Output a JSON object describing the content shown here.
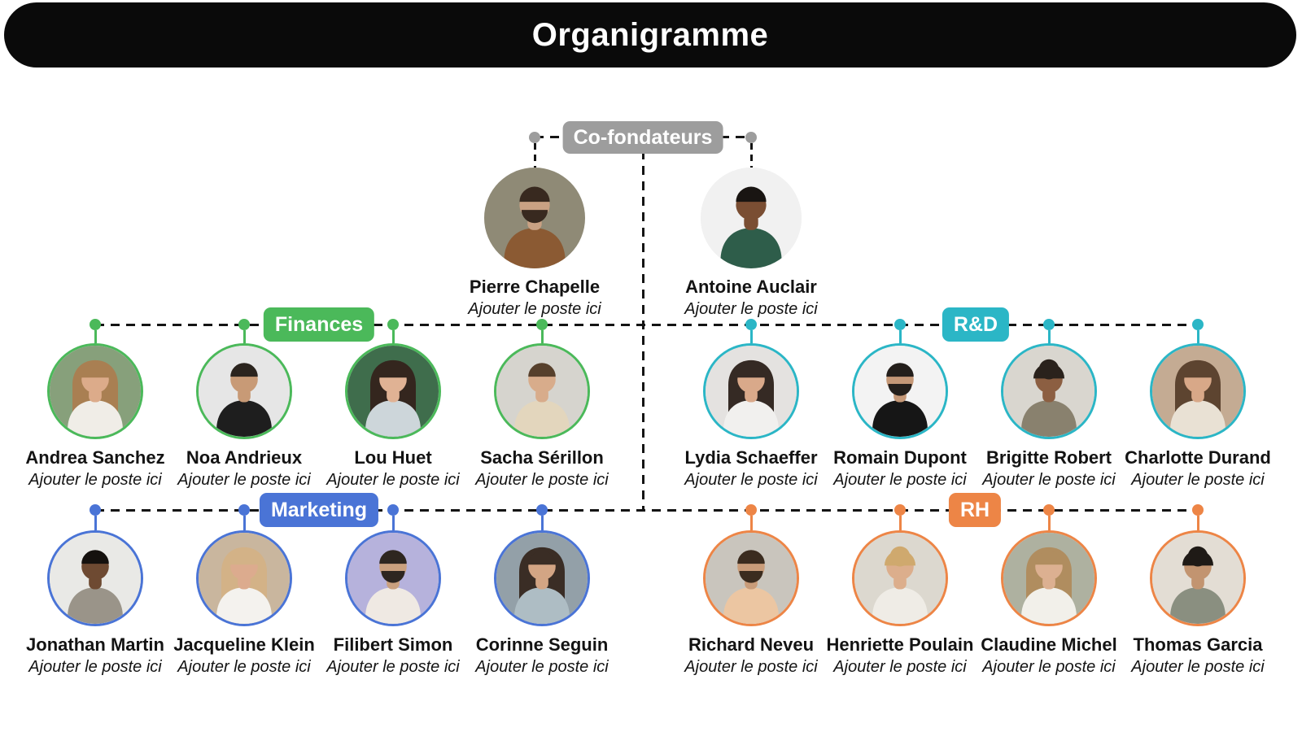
{
  "title": "Organigramme",
  "line_color": "#141414",
  "root": {
    "label": "Co-fondateurs",
    "color": "#9d9d9d",
    "members": [
      {
        "name": "Pierre Chapelle",
        "role": "Ajouter le poste ici",
        "avatar": {
          "bg": "#8f8a76",
          "hair": "short",
          "hairColor": "#38291f",
          "skin": "#c9a183",
          "top": "#8b5a33",
          "beard": true
        }
      },
      {
        "name": "Antoine Auclair",
        "role": "Ajouter le poste ici",
        "avatar": {
          "bg": "#f1f1f1",
          "hair": "short",
          "hairColor": "#191512",
          "skin": "#7a4e33",
          "top": "#2e5d4a",
          "beard": false
        }
      }
    ]
  },
  "departments": [
    {
      "label": "Finances",
      "color": "#4bb95a",
      "members": [
        {
          "name": "Andrea Sanchez",
          "role": "Ajouter le poste ici",
          "avatar": {
            "bg": "#87a07b",
            "hair": "long",
            "hairColor": "#a97f52",
            "skin": "#dcab8a",
            "top": "#f0ede7",
            "beard": false
          }
        },
        {
          "name": "Noa Andrieux",
          "role": "Ajouter le poste ici",
          "avatar": {
            "bg": "#e6e6e6",
            "hair": "short",
            "hairColor": "#2b241e",
            "skin": "#c89a76",
            "top": "#1e1e1e",
            "beard": false
          }
        },
        {
          "name": "Lou Huet",
          "role": "Ajouter le poste ici",
          "avatar": {
            "bg": "#3f6d4c",
            "hair": "long",
            "hairColor": "#34261e",
            "skin": "#e0b294",
            "top": "#cdd6da",
            "beard": false
          }
        },
        {
          "name": "Sacha Sérillon",
          "role": "Ajouter le poste ici",
          "avatar": {
            "bg": "#d6d4ce",
            "hair": "short",
            "hairColor": "#57402c",
            "skin": "#d8ac8b",
            "top": "#e3d6bd",
            "beard": false
          }
        }
      ]
    },
    {
      "label": "R&D",
      "color": "#2bb6c6",
      "members": [
        {
          "name": "Lydia Schaeffer",
          "role": "Ajouter le poste ici",
          "avatar": {
            "bg": "#e4e2e0",
            "hair": "long",
            "hairColor": "#352a24",
            "skin": "#d9a98a",
            "top": "#f1f0ee",
            "beard": false
          }
        },
        {
          "name": "Romain Dupont",
          "role": "Ajouter le poste ici",
          "avatar": {
            "bg": "#f3f3f3",
            "hair": "short",
            "hairColor": "#241f1b",
            "skin": "#c59877",
            "top": "#161616",
            "beard": true
          }
        },
        {
          "name": "Brigitte Robert",
          "role": "Ajouter le poste ici",
          "avatar": {
            "bg": "#d9d6cf",
            "hair": "curly",
            "hairColor": "#2a221c",
            "skin": "#8c5f42",
            "top": "#89816e",
            "beard": false
          }
        },
        {
          "name": "Charlotte Durand",
          "role": "Ajouter le poste ici",
          "avatar": {
            "bg": "#c4ab93",
            "hair": "long",
            "hairColor": "#5d4430",
            "skin": "#d8a888",
            "top": "#e9e1d4",
            "beard": false
          }
        }
      ]
    },
    {
      "label": "Marketing",
      "color": "#4a74d6",
      "members": [
        {
          "name": "Jonathan Martin",
          "role": "Ajouter le poste ici",
          "avatar": {
            "bg": "#e9e9e6",
            "hair": "short",
            "hairColor": "#15110e",
            "skin": "#6e4a32",
            "top": "#9a9489",
            "beard": false
          }
        },
        {
          "name": "Jacqueline Klein",
          "role": "Ajouter le poste ici",
          "avatar": {
            "bg": "#c9b69e",
            "hair": "long",
            "hairColor": "#d3b287",
            "skin": "#dcab8e",
            "top": "#f4f2ee",
            "beard": false
          }
        },
        {
          "name": "Filibert Simon",
          "role": "Ajouter le poste ici",
          "avatar": {
            "bg": "#b6b2dc",
            "hair": "short",
            "hairColor": "#2e2620",
            "skin": "#caa07e",
            "top": "#efe9e3",
            "beard": true
          }
        },
        {
          "name": "Corinne Seguin",
          "role": "Ajouter le poste ici",
          "avatar": {
            "bg": "#93a0a8",
            "hair": "long",
            "hairColor": "#3a2d25",
            "skin": "#d3a584",
            "top": "#aebdc4",
            "beard": false
          }
        }
      ]
    },
    {
      "label": "RH",
      "color": "#ed8546",
      "members": [
        {
          "name": "Richard Neveu",
          "role": "Ajouter le poste ici",
          "avatar": {
            "bg": "#c9c5bd",
            "hair": "short",
            "hairColor": "#3b2c1f",
            "skin": "#c99c79",
            "top": "#ecc6a2",
            "beard": true
          }
        },
        {
          "name": "Henriette Poulain",
          "role": "Ajouter le poste ici",
          "avatar": {
            "bg": "#dcd8cf",
            "hair": "curly",
            "hairColor": "#cfa96e",
            "skin": "#dcae8c",
            "top": "#efece6",
            "beard": false
          }
        },
        {
          "name": "Claudine Michel",
          "role": "Ajouter le poste ici",
          "avatar": {
            "bg": "#aeb1a0",
            "hair": "long",
            "hairColor": "#b08d5f",
            "skin": "#dcb091",
            "top": "#f2f0ea",
            "beard": false
          }
        },
        {
          "name": "Thomas Garcia",
          "role": "Ajouter le poste ici",
          "avatar": {
            "bg": "#e3ddd4",
            "hair": "curly",
            "hairColor": "#1f1a16",
            "skin": "#c29470",
            "top": "#8a8f80",
            "beard": false
          }
        }
      ]
    }
  ]
}
